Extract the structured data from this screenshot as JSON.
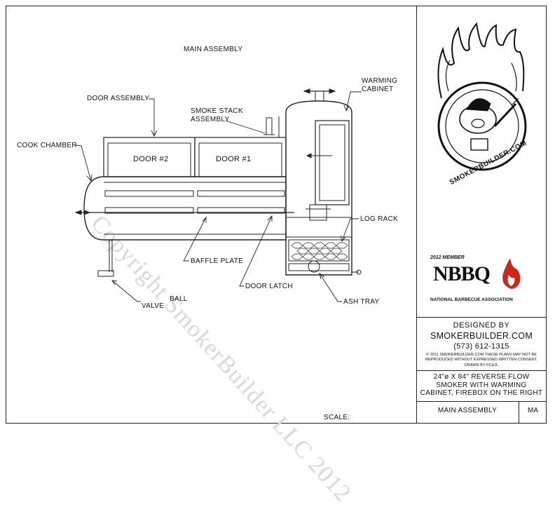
{
  "title": "MAIN ASSEMBLY",
  "watermark": "Copyright SmokerBuilder LLC 2012",
  "labels": {
    "warming_cabinet": "WARMING\nCABINET",
    "door_assembly": "DOOR ASSEMBLY",
    "smoke_stack": "SMOKE STACK\nASSEMBLY",
    "cook_chamber": "COOK CHAMBER",
    "door2": "DOOR #2",
    "door1": "DOOR #1",
    "log_rack": "LOG RACK",
    "baffle_plate": "BAFFLE PLATE",
    "door_latch": "DOOR LATCH",
    "ball": "BALL",
    "valve": "VALVE",
    "ash_tray": "ASH TRAY",
    "scale": "SCALE:"
  },
  "logo": {
    "text": "SMOKERBUILDER.COM"
  },
  "nbbq": {
    "member": "2012 MEMBER",
    "mark": "NBBQ",
    "name": "NATIONAL BARBECUE ASSOCIATION"
  },
  "title_block": {
    "designed_by": "DESIGNED BY",
    "company": "SMOKERBUILDER.COM",
    "phone": "(573) 612-1315",
    "copyright": "© 2011 SMOKERBUILDER.COM THESE PLANS MAY NOT BE REPRODUCED WITHOUT EXPRESSED WRITTEN CONSENT.",
    "drawn_by": "DRAWN BY FC&JL",
    "description": "24\"ø X 84\" REVERSE FLOW SMOKER WITH WARMING CABINET, FIREBOX ON THE RIGHT",
    "sheet_title": "MAIN ASSEMBLY",
    "sheet_code": "MA"
  }
}
